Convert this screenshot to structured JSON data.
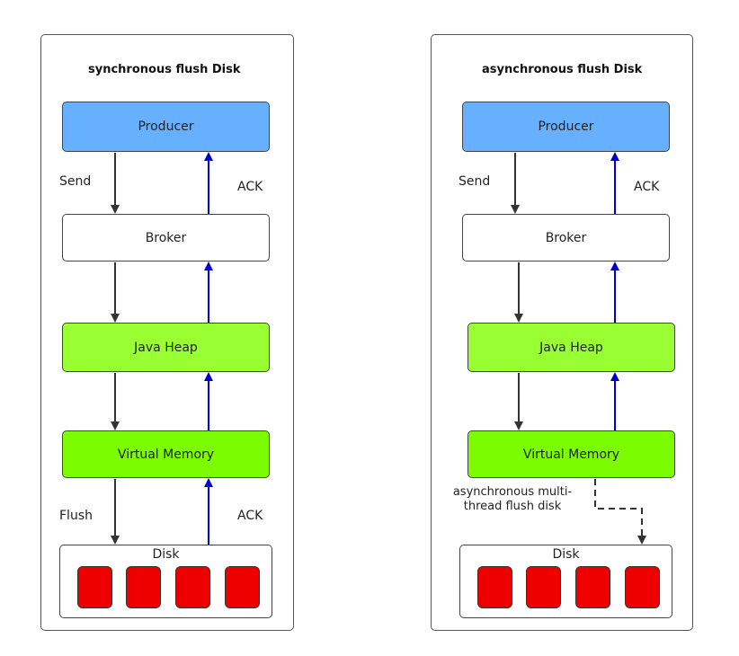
{
  "diagrams": [
    {
      "title": "synchronous flush Disk",
      "producer": "Producer",
      "broker": "Broker",
      "java_heap": "Java Heap",
      "virtual_memory": "Virtual Memory",
      "disk": "Disk",
      "send_label": "Send",
      "ack_top_label": "ACK",
      "flush_label": "Flush",
      "ack_bottom_label": "ACK"
    },
    {
      "title": "asynchronous flush Disk",
      "producer": "Producer",
      "broker": "Broker",
      "java_heap": "Java Heap",
      "virtual_memory": "Virtual Memory",
      "disk": "Disk",
      "send_label": "Send",
      "ack_top_label": "ACK",
      "async_note": "asynchronous multi-thread flush disk"
    }
  ],
  "colors": {
    "producer": "#66b0ff",
    "java_heap": "#99ff33",
    "virtual_memory": "#7cfc00",
    "disk_cell": "#ee0000",
    "down_arrow": "#333333",
    "ack_arrow": "#0000cc"
  }
}
